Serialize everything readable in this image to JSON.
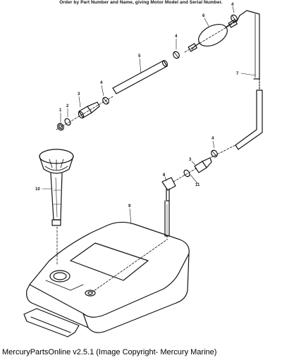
{
  "header": {
    "instruction": "Order by Part Number and Name, giving Motor Model and Serial Number."
  },
  "callouts": {
    "c1": "1",
    "c2": "2",
    "c3a": "3",
    "c4a": "4",
    "c5": "5",
    "c4b": "4",
    "c6": "6",
    "c4c": "4",
    "c7": "7",
    "c4d": "4",
    "c3b": "3",
    "c8": "8",
    "c11": "11",
    "c10": "10",
    "c9": "9"
  },
  "footer": {
    "credit": "MercuryPartsOnline v2.5.1 (Image Copyright- Mercury Marine)"
  },
  "colors": {
    "ink": "#111111",
    "paper": "#ffffff"
  }
}
